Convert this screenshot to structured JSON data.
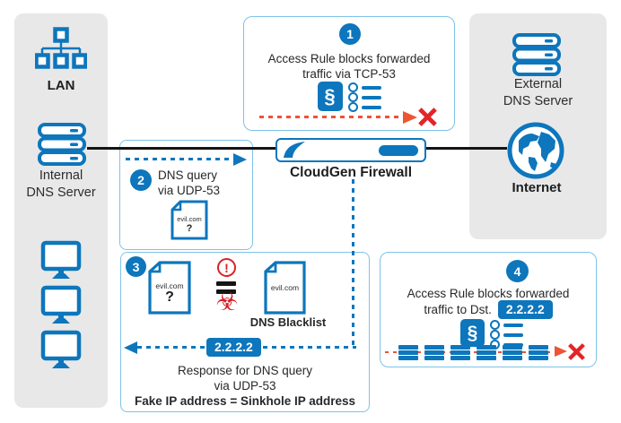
{
  "palette": {
    "brand_blue": "#0d76bc",
    "box_border_light_blue": "#7ec3e8",
    "panel_gray": "#e8e8e8",
    "alert_red": "#e32427",
    "arrow_orange_red": "#ee5333",
    "line_black": "#141414"
  },
  "icons": {
    "section_sign": "§",
    "exclamation": "!",
    "biohazard": "☣"
  },
  "left_panel": {
    "lan_label": "LAN",
    "internal_server_label_line1": "Internal",
    "internal_server_label_line2": "DNS Server"
  },
  "right_panel": {
    "external_server_label_line1": "External",
    "external_server_label_line2": "DNS Server",
    "internet_label": "Internet"
  },
  "firewall": {
    "label": "CloudGen Firewall"
  },
  "step1": {
    "number": "1",
    "text_line1": "Access Rule blocks forwarded",
    "text_line2": "traffic via TCP-53"
  },
  "step2": {
    "number": "2",
    "text_line1": "DNS query",
    "text_line2": "via UDP-53",
    "document": {
      "domain": "evil.com",
      "query_mark": "?"
    }
  },
  "step3": {
    "number": "3",
    "query_document": {
      "domain": "evil.com",
      "query_mark": "?"
    },
    "blacklist_document": {
      "domain": "evil.com"
    },
    "blacklist_label": "DNS Blacklist",
    "sinkhole_ip": "2.2.2.2",
    "response_line1": "Response for DNS query",
    "response_line2": "via UDP-53",
    "response_line3": "Fake IP address = Sinkhole IP address"
  },
  "step4": {
    "number": "4",
    "text_line1": "Access Rule blocks forwarded",
    "text_line2": "traffic to Dst.",
    "dst_ip": "2.2.2.2"
  }
}
